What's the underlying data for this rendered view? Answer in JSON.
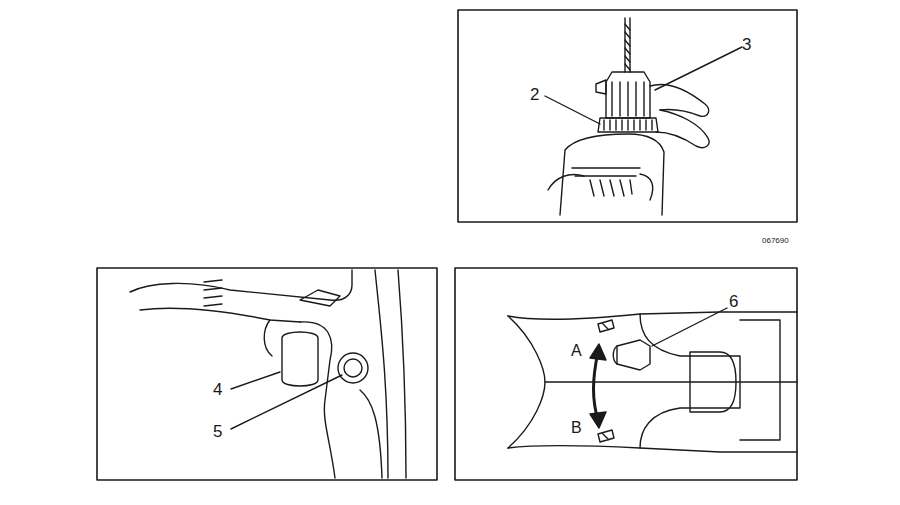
{
  "diagram": {
    "labels": [
      "3",
      "2",
      "067690",
      "4",
      "5",
      "6",
      "A",
      "B"
    ]
  }
}
